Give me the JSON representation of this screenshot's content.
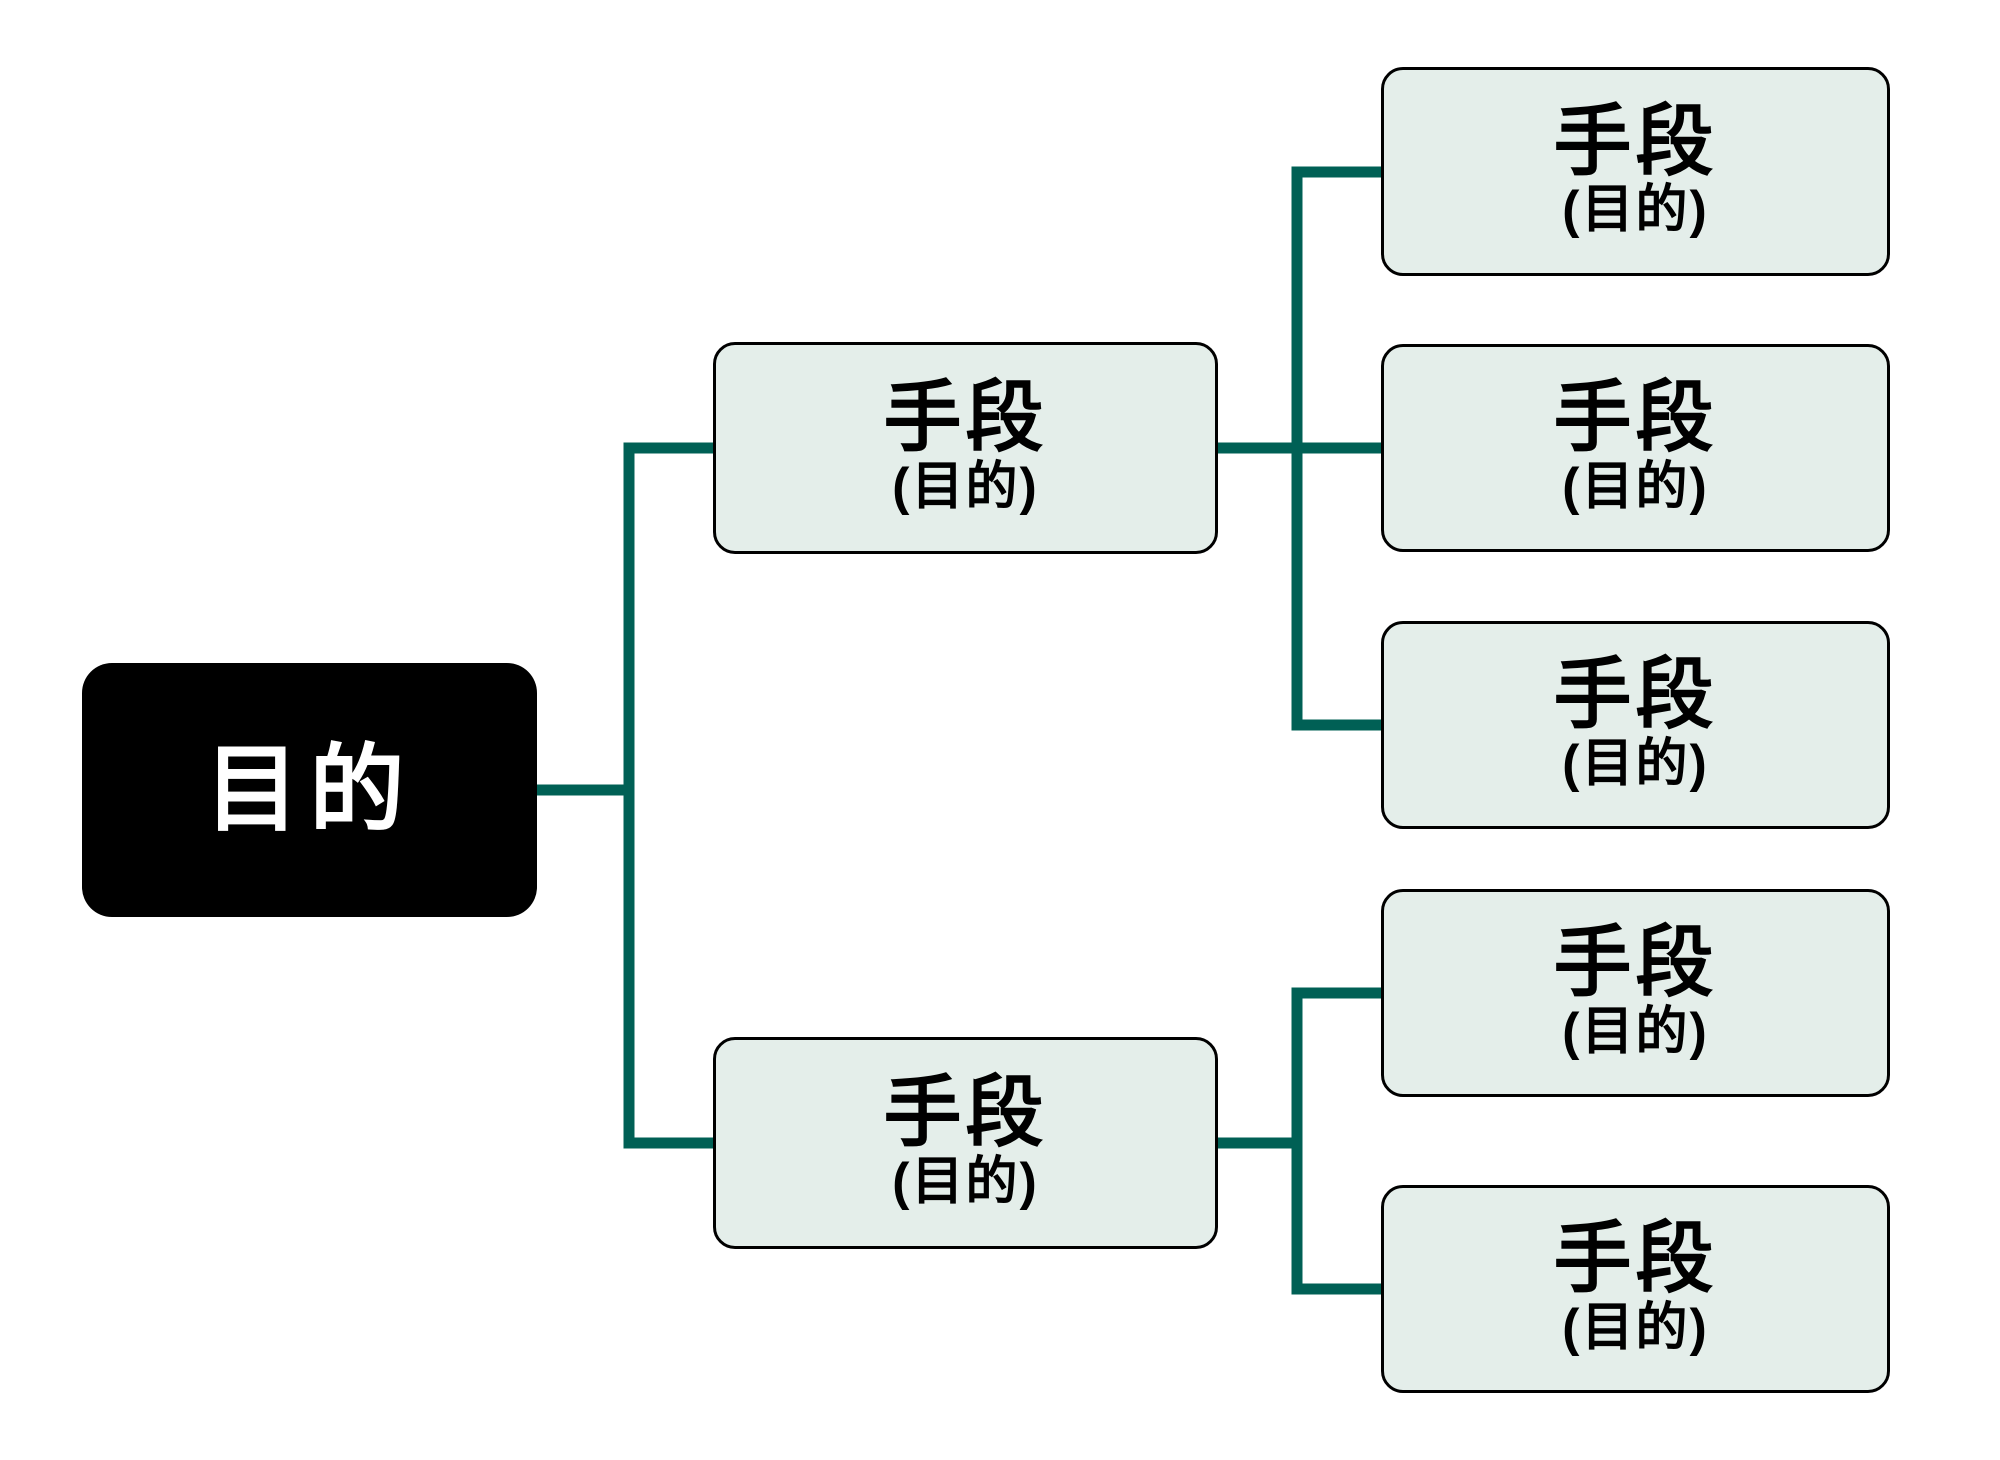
{
  "colors": {
    "background": "#ffffff",
    "connector": "#006055",
    "node_fill": "#e4eeea",
    "node_border": "#000000",
    "root_fill": "#000000",
    "root_text": "#ffffff"
  },
  "nodes": {
    "root": {
      "label": "目的"
    },
    "m1": {
      "label": "手段",
      "sublabel": "(目的)"
    },
    "m2": {
      "label": "手段",
      "sublabel": "(目的)"
    },
    "r1": {
      "label": "手段",
      "sublabel": "(目的)"
    },
    "r2": {
      "label": "手段",
      "sublabel": "(目的)"
    },
    "r3": {
      "label": "手段",
      "sublabel": "(目的)"
    },
    "r4": {
      "label": "手段",
      "sublabel": "(目的)"
    },
    "r5": {
      "label": "手段",
      "sublabel": "(目的)"
    }
  }
}
